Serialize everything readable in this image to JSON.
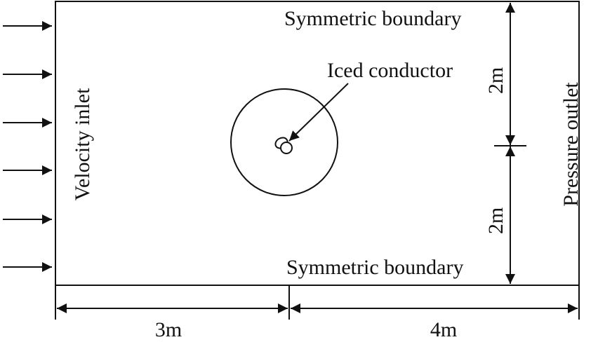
{
  "labels": {
    "symmetric_top": "Symmetric boundary",
    "symmetric_bottom": "Symmetric boundary",
    "velocity_inlet": "Velocity inlet",
    "pressure_outlet": "Pressure outlet",
    "iced_conductor": "Iced conductor",
    "dim_upper": "2m",
    "dim_lower": "2m",
    "dim_left": "3m",
    "dim_right": "4m"
  },
  "colors": {
    "stroke": "#111111",
    "background": "#ffffff"
  }
}
